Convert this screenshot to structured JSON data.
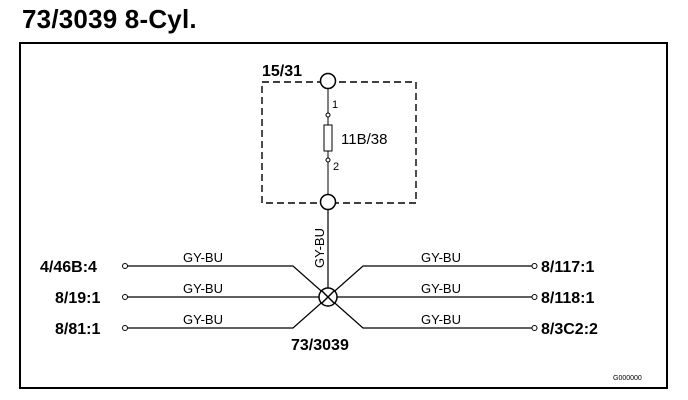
{
  "title": "73/3039 8-Cyl.",
  "top_connector": "15/31",
  "component": {
    "label": "11B/38",
    "pin1": "1",
    "pin2": "2"
  },
  "vertical_wire": "GY-BU",
  "splice": "73/3039",
  "left_connections": [
    {
      "label": "4/46B:4",
      "wire": "GY-BU"
    },
    {
      "label": "8/19:1",
      "wire": "GY-BU"
    },
    {
      "label": "8/81:1",
      "wire": "GY-BU"
    }
  ],
  "right_connections": [
    {
      "label": "8/117:1",
      "wire": "GY-BU"
    },
    {
      "label": "8/118:1",
      "wire": "GY-BU"
    },
    {
      "label": "8/3C2:2",
      "wire": "GY-BU"
    }
  ],
  "figure_code": "G000000"
}
